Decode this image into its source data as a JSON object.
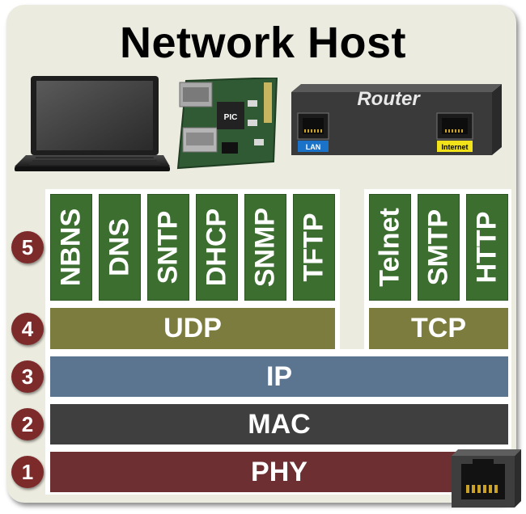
{
  "title": "Network Host",
  "devices": {
    "router_label": "Router",
    "lan_label": "LAN",
    "internet_label": "Internet",
    "board_brand": "PIC"
  },
  "layers": [
    {
      "number": "1",
      "label": "PHY",
      "color": "#6e2f33"
    },
    {
      "number": "2",
      "label": "MAC",
      "color": "#3f3f3f"
    },
    {
      "number": "3",
      "label": "IP",
      "color": "#5b7590"
    },
    {
      "number": "4",
      "udp": "UDP",
      "tcp": "TCP",
      "color": "#7c7c3e"
    },
    {
      "number": "5",
      "color": "#3b6e2f"
    }
  ],
  "udp_apps": [
    "NBNS",
    "DNS",
    "SNTP",
    "DHCP",
    "SNMP",
    "TFTP"
  ],
  "tcp_apps": [
    "Telnet",
    "SMTP",
    "HTTP"
  ]
}
